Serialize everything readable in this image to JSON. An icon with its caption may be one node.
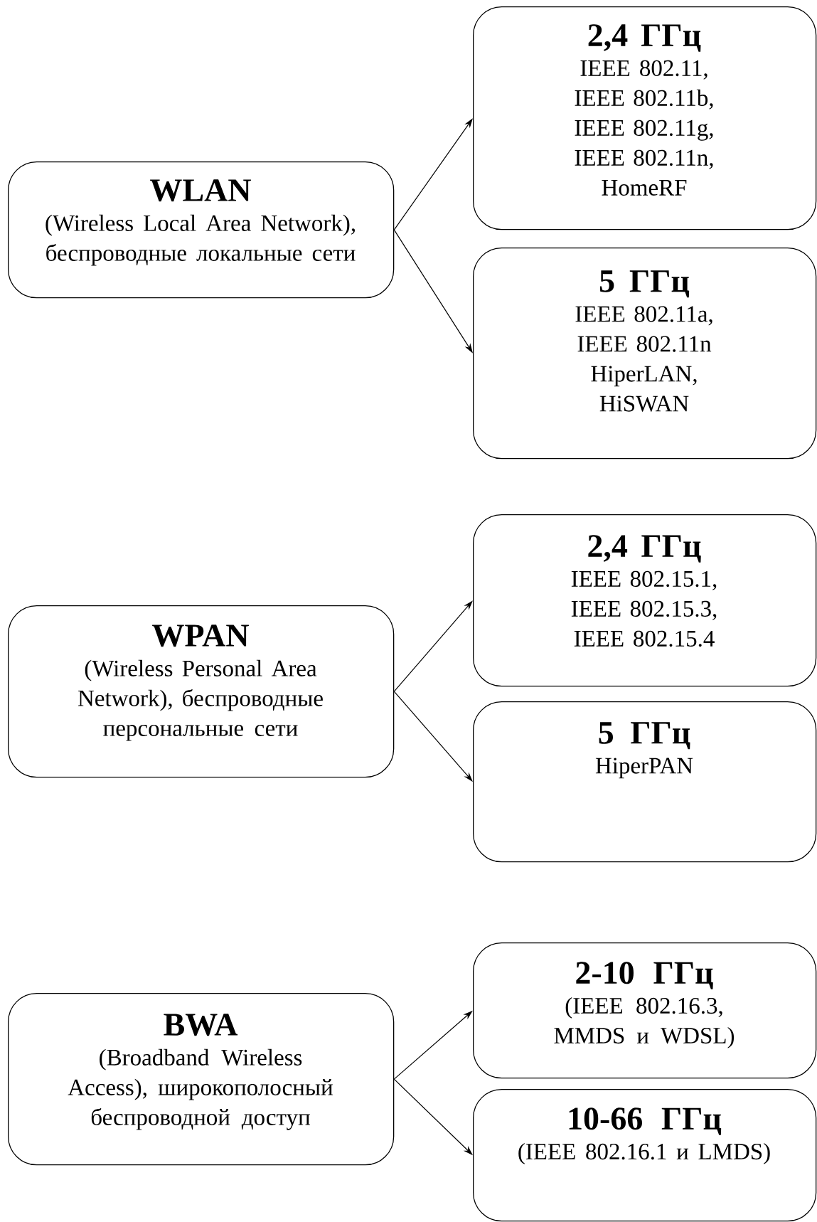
{
  "diagram": {
    "nodes": [
      {
        "text": [
          "WLAN",
          "(Wireless Local Area Network), беспроводные локальные сети"
        ]
      },
      {
        "text": [
          "2,4 ГГц",
          "IEEE 802.11, IEEE 802.11b, IEEE 802.11g, IEEE 802.11n, HomeRF"
        ]
      },
      {
        "text": [
          "5 ГГц",
          "IEEE 802.11a, IEEE 802.11n HiperLAN, HiSWAN"
        ]
      },
      {
        "text": [
          "WPAN",
          "(Wireless Personal Area Network), беспроводные персональные сети"
        ]
      },
      {
        "text": [
          "2,4 ГГц",
          "IEEE 802.15.1, IEEE 802.15.3, IEEE 802.15.4"
        ]
      },
      {
        "text": [
          "5 ГГц",
          "HiperPAN"
        ]
      },
      {
        "text": [
          "BWA",
          "(Broadband Wireless Access), широкополосный беспроводной доступ"
        ]
      },
      {
        "text": [
          "2-10 ГГц",
          "(IEEE 802.16.3, MMDS и WDSL)"
        ]
      },
      {
        "text": [
          "10-66 ГГц",
          "(IEEE 802.16.1 и LMDS)"
        ]
      }
    ],
    "edges": [
      {
        "from": 0,
        "to": 1,
        "arrow": "to"
      },
      {
        "from": 0,
        "to": 2,
        "arrow": "to"
      },
      {
        "from": 3,
        "to": 4,
        "arrow": "to"
      },
      {
        "from": 3,
        "to": 5,
        "arrow": "to"
      },
      {
        "from": 6,
        "to": 7,
        "arrow": "to"
      },
      {
        "from": 6,
        "to": 8,
        "arrow": "to"
      }
    ]
  }
}
